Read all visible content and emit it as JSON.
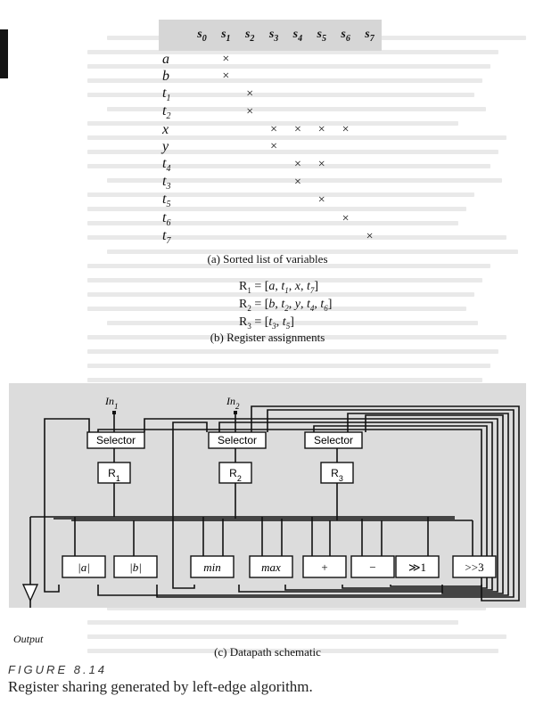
{
  "sorted_list": {
    "columns": [
      "s0",
      "s1",
      "s2",
      "s3",
      "s4",
      "s5",
      "s6",
      "s7"
    ],
    "rows": [
      {
        "var": "a",
        "marks": [
          1
        ]
      },
      {
        "var": "b",
        "marks": [
          1
        ]
      },
      {
        "var": "t1",
        "marks": [
          2
        ]
      },
      {
        "var": "t2",
        "marks": [
          2
        ]
      },
      {
        "var": "x",
        "marks": [
          3,
          4,
          5,
          6
        ]
      },
      {
        "var": "y",
        "marks": [
          3
        ]
      },
      {
        "var": "t4",
        "marks": [
          4,
          5
        ]
      },
      {
        "var": "t3",
        "marks": [
          4
        ]
      },
      {
        "var": "t5",
        "marks": [
          5
        ]
      },
      {
        "var": "t6",
        "marks": [
          6
        ]
      },
      {
        "var": "t7",
        "marks": [
          7
        ]
      }
    ],
    "mark": "×",
    "caption": "(a) Sorted list of variables"
  },
  "register_assignments": {
    "lines": [
      {
        "reg": "R",
        "sub": "1",
        "body": " = [a, t1, x, t7]"
      },
      {
        "reg": "R",
        "sub": "2",
        "body": " = [b, t2, y, t4, t6]"
      },
      {
        "reg": "R",
        "sub": "3",
        "body": " = [t3, t5]"
      }
    ],
    "caption": "(b) Register assignments"
  },
  "datapath": {
    "inputs": [
      {
        "base": "In",
        "sub": "1"
      },
      {
        "base": "In",
        "sub": "2"
      }
    ],
    "selectors": [
      "Selector",
      "Selector",
      "Selector"
    ],
    "registers": [
      {
        "base": "R",
        "sub": "1"
      },
      {
        "base": "R",
        "sub": "2"
      },
      {
        "base": "R",
        "sub": "3"
      }
    ],
    "units": [
      "|a|",
      "|b|",
      "min",
      "max",
      "+",
      "−",
      "≫1",
      ">>3"
    ],
    "output_label": "Output",
    "caption": "(c) Datapath schematic"
  },
  "figure": {
    "label": "FIGURE 8.14",
    "title": "Register sharing generated by left-edge algorithm."
  }
}
